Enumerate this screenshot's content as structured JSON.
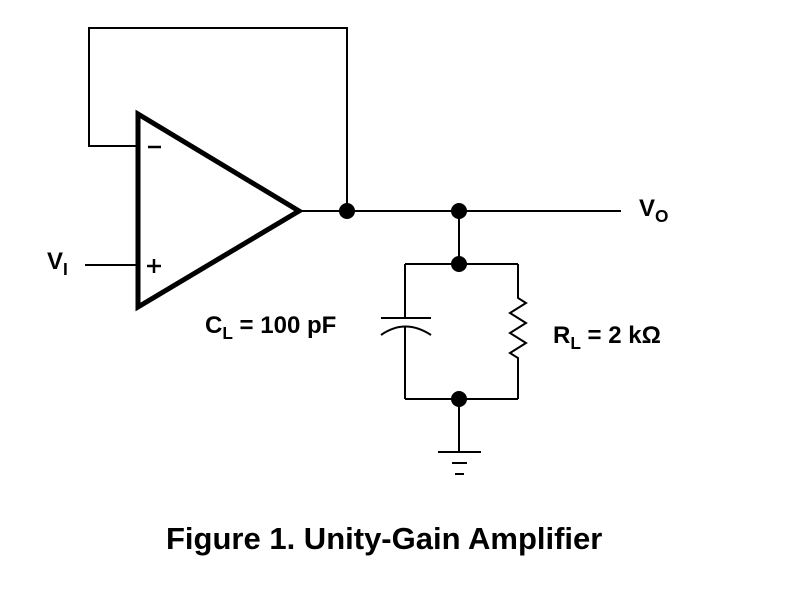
{
  "figure": {
    "caption": "Figure 1. Unity-Gain Amplifier",
    "labels": {
      "vin_main": "V",
      "vin_sub": "I",
      "vout_main": "V",
      "vout_sub": "O",
      "cap_main": "C",
      "cap_sub": "L",
      "cap_value": " = 100 pF",
      "res_main": "R",
      "res_sub": "L",
      "res_value": " =  2 kΩ",
      "opamp_minus": "−",
      "opamp_plus": "+"
    },
    "components": [
      {
        "type": "op-amp",
        "configuration": "voltage follower"
      },
      {
        "type": "capacitor",
        "name": "CL",
        "value": "100 pF"
      },
      {
        "type": "resistor",
        "name": "RL",
        "value": "2 kΩ"
      },
      {
        "type": "ground"
      }
    ]
  }
}
